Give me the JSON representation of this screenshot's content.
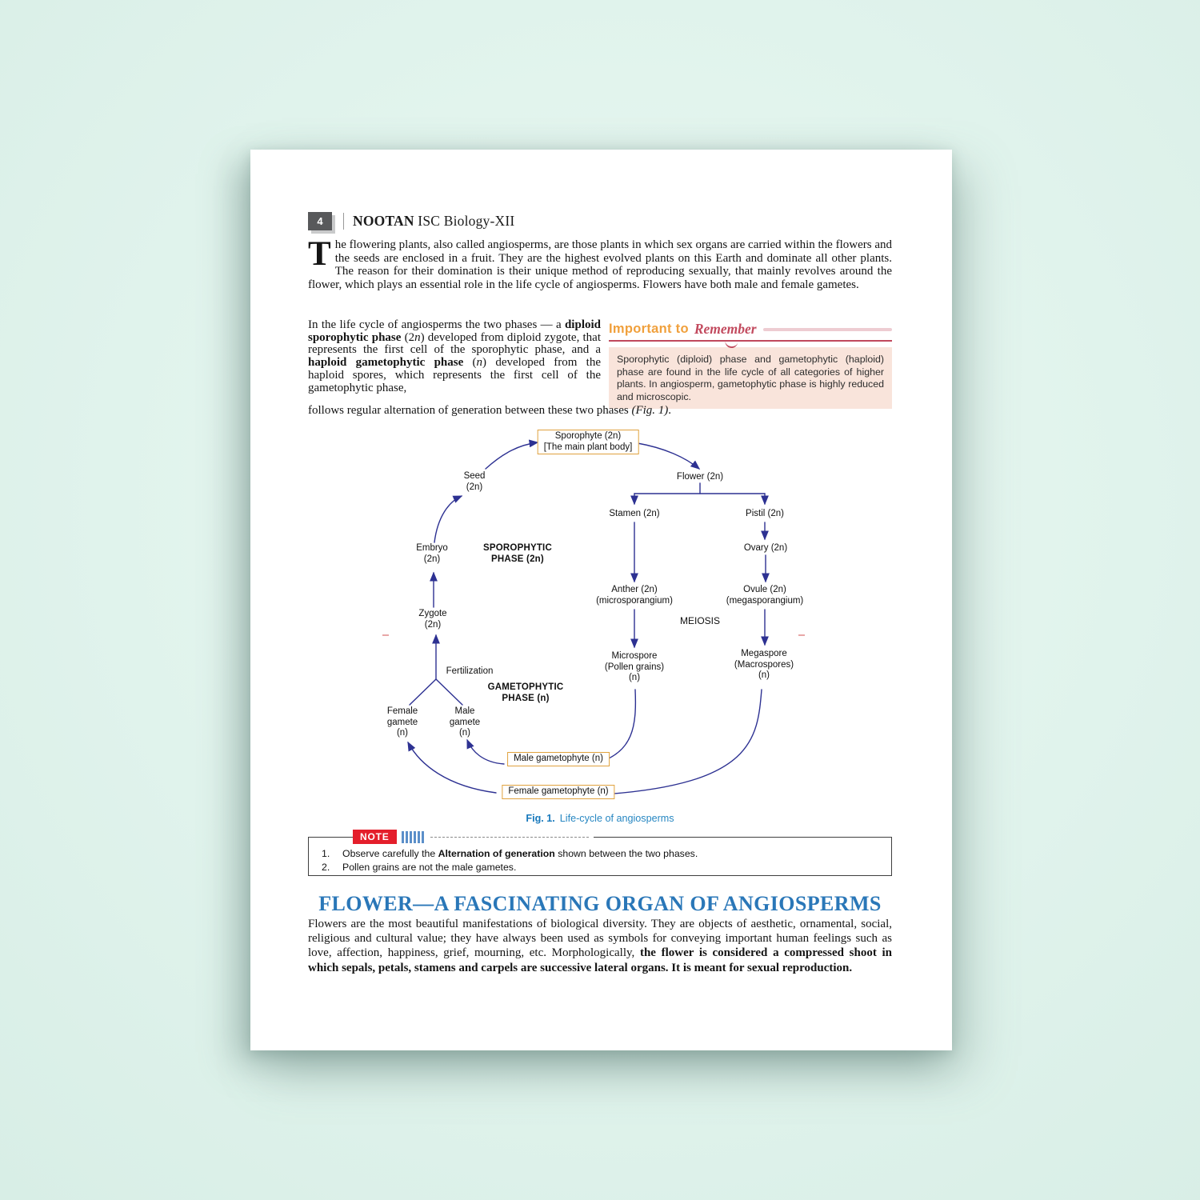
{
  "page": {
    "header": {
      "page_number": "4",
      "title_bold": "NOOTAN",
      "title_rest": " ISC Biology-XII"
    },
    "intro": {
      "dropcap": "T",
      "text": "he flowering plants, also called angiosperms, are those plants in which sex organs are carried within the flowers and the seeds are enclosed in a fruit. They are the highest evolved plants on this Earth and dominate all other plants. The reason for their domination is their unique method of reproducing sexually, that mainly revolves around the flower, which plays an essential role in the life cycle of angiosperms. Flowers have both male and female gametes."
    },
    "lifecycle_paragraph": [
      {
        "t": "In the life cycle of angiosperms the two phases — a "
      },
      {
        "t": "diploid sporophytic phase",
        "b": true
      },
      {
        "t": " (2"
      },
      {
        "t": "n",
        "i": true
      },
      {
        "t": ") developed from diploid zygote, that represents the first cell of the sporophytic phase, and a "
      },
      {
        "t": "haploid gametophytic phase",
        "b": true
      },
      {
        "t": " ("
      },
      {
        "t": "n",
        "i": true
      },
      {
        "t": ") developed from the haploid spores, which represents the first cell of the gametophytic phase,"
      }
    ],
    "follows_line": [
      {
        "t": "follows regular alternation of generation between these two phases "
      },
      {
        "t": "(Fig. 1)",
        "i": true
      },
      {
        "t": "."
      }
    ],
    "important": {
      "heading_orange": "Important to",
      "heading_script": "Remember",
      "body": "Sporophytic (diploid) phase and gametophytic (haploid) phase are found in the life cycle of all categories of higher plants. In angiosperm, gametophytic phase is highly reduced and microscopic."
    },
    "diagram": {
      "sporophyte": "Sporophyte (2n)\n[The main plant body]",
      "seed": "Seed\n(2n)",
      "flower": "Flower (2n)",
      "stamen": "Stamen (2n)",
      "pistil": "Pistil (2n)",
      "ovary": "Ovary (2n)",
      "embryo": "Embryo\n(2n)",
      "sporophytic_phase": "SPOROPHYTIC\nPHASE (2n)",
      "anther": "Anther (2n)\n(microsporangium)",
      "ovule": "Ovule (2n)\n(megasporangium)",
      "meiosis": "MEIOSIS",
      "zygote": "Zygote\n(2n)",
      "microspore": "Microspore\n(Pollen grains)\n(n)",
      "megaspore": "Megaspore\n(Macrospores)\n(n)",
      "fertilization": "Fertilization",
      "gametophytic_phase": "GAMETOPHYTIC\nPHASE (n)",
      "female_gamete": "Female\ngamete\n(n)",
      "male_gamete": "Male\ngamete\n(n)",
      "male_gametophyte": "Male gametophyte (n)",
      "female_gametophyte": "Female gametophyte (n)",
      "caption_label": "Fig. 1.",
      "caption_text": "Life-cycle of angiosperms"
    },
    "note": {
      "badge": "NOTE",
      "items": [
        {
          "num": "1.",
          "segments": [
            {
              "t": "Observe carefully the "
            },
            {
              "t": "Alternation of generation",
              "b": true
            },
            {
              "t": " shown between the two phases."
            }
          ]
        },
        {
          "num": "2.",
          "segments": [
            {
              "t": "Pollen grains are not the male gametes."
            }
          ]
        }
      ]
    },
    "section_heading": "FLOWER—A FASCINATING ORGAN OF ANGIOSPERMS",
    "closing_paragraph": [
      {
        "t": "Flowers are the most beautiful manifestations of biological diversity. They are objects of aesthetic, ornamental, social, religious and cultural value; they have always been used as symbols for conveying important human feelings such as love, affection, happiness, grief, mourning, etc. Morphologically, "
      },
      {
        "t": "the flower is considered a compressed shoot in which sepals, petals, stamens and carpels are successive lateral organs. It is meant for sexual reproduction.",
        "b": true
      }
    ]
  },
  "colors": {
    "backdrop_mint": "#e0f3ec",
    "arrow_navy": "#2d3192",
    "diagram_box_border": "#e0a23e",
    "important_orange": "#f0a03c",
    "important_crimson": "#c0485c",
    "important_box_bg": "#f9e4db",
    "note_badge_red": "#e41e2b",
    "note_bars_blue": "#5b8fc9",
    "caption_blue": "#1879bc",
    "section_heading_blue": "#2a77b8",
    "page_number_bg": "#58595b"
  }
}
